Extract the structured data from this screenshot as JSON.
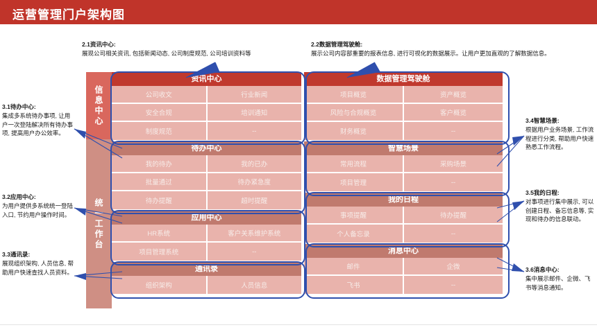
{
  "header": {
    "title": "运营管理门户架构图",
    "bar_color": "#c0342a"
  },
  "colors": {
    "accent": "#c0342a",
    "module_head": "#c0392e",
    "module_head_muted": "#c07a6e",
    "module_body": "#e9b3ac",
    "rail_info": "#d9675d",
    "rail_work": "#cf8f84",
    "outline": "#2f4fad"
  },
  "rails": [
    {
      "id": "info",
      "label": "信息中心"
    },
    {
      "id": "workbench",
      "label": "统一工作台"
    }
  ],
  "notes": {
    "n21": {
      "title": "2.1资讯中心:",
      "body": "展现公司相关资讯, 包括新闻动态, 公司制度规范, 公司培训资料等"
    },
    "n22": {
      "title": "2.2数据管理驾驶舱:",
      "body": "展示公司内容部重要的报表信息, 进行可视化的数据展示。让用户更加直观的了解数据信息。"
    },
    "n31": {
      "title": "3.1待办中心:",
      "body": "集成多系统待办事项, 让用户一次登陆解决所有待办事项, 提高用户办公效率。"
    },
    "n32": {
      "title": "3.2应用中心:",
      "body": "为用户提供多系统统一登陆入口, 节约用户操作时间。"
    },
    "n33": {
      "title": "3.3通讯录:",
      "body": "展现组织架构, 人员信息, 帮助用户快速查找人员资料。"
    },
    "n34": {
      "title": "3.4智慧场景:",
      "body": "根据用户业务场景, 工作流程进行分类, 帮助用户快速熟悉工作流程。"
    },
    "n35": {
      "title": "3.5我的日程:",
      "body": "对事项进行集中展示, 可以创建日程、备忘信息等, 实现和待办的信息联动。"
    },
    "n36": {
      "title": "3.6消息中心:",
      "body": "集中展示邮件、企微、飞书等消息通知。"
    }
  },
  "modules": {
    "news": {
      "title": "资讯中心",
      "rows": [
        [
          "公司收文",
          "行业新闻"
        ],
        [
          "安全合规",
          "培训通知"
        ],
        [
          "制度规范",
          "--"
        ]
      ]
    },
    "cockpit": {
      "title": "数据管理驾驶舱",
      "rows": [
        [
          "项目概览",
          "资产概览"
        ],
        [
          "风险与合规概览",
          "客户概览"
        ],
        [
          "财务概览",
          "--"
        ]
      ]
    },
    "todo": {
      "title": "待办中心",
      "rows": [
        [
          "我的待办",
          "我的已办"
        ],
        [
          "批量通过",
          "待办紧急度"
        ],
        [
          "待办提醒",
          "超时提醒"
        ]
      ]
    },
    "scene": {
      "title": "智慧场景",
      "rows": [
        [
          "常用流程",
          "采购场景"
        ],
        [
          "项目管理",
          "--"
        ]
      ]
    },
    "app": {
      "title": "应用中心",
      "rows": [
        [
          "HR系统",
          "客户关系维护系统"
        ],
        [
          "项目管理系统",
          "--"
        ]
      ]
    },
    "calendar": {
      "title": "我的日程",
      "rows": [
        [
          "事项提醒",
          "待办提醒"
        ],
        [
          "个人备忘录",
          "--"
        ]
      ]
    },
    "contact": {
      "title": "通讯录",
      "rows": [
        [
          "组织架构",
          "人员信息"
        ]
      ]
    },
    "message": {
      "title": "消息中心",
      "rows": [
        [
          "邮件",
          "企微"
        ],
        [
          "飞书",
          "--"
        ]
      ]
    }
  }
}
